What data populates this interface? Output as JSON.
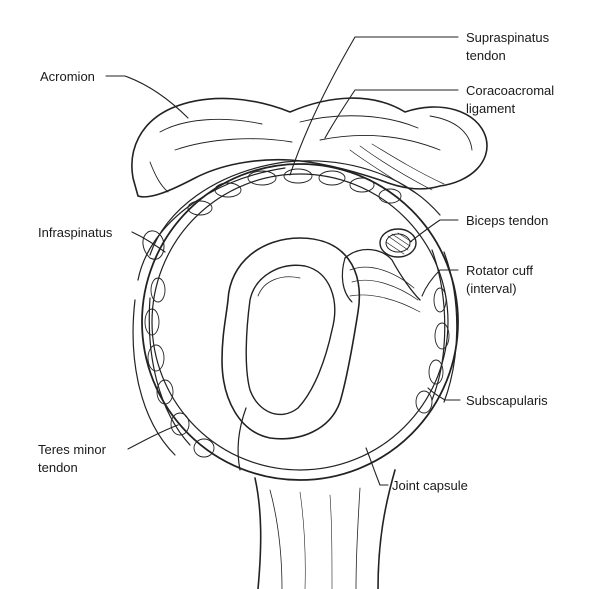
{
  "labels": {
    "acromion": "Acromion",
    "supraspinatus_line1": "Supraspinatus",
    "supraspinatus_line2": "tendon",
    "coracoacromial_line1": "Coracoacromal",
    "coracoacromial_line2": "ligament",
    "infraspinatus": "Infraspinatus",
    "biceps_tendon": "Biceps tendon",
    "rotator_cuff_line1": "Rotator cuff",
    "rotator_cuff_line2": "(interval)",
    "subscapularis": "Subscapularis",
    "teres_minor_line1": "Teres minor",
    "teres_minor_line2": "tendon",
    "joint_capsule": "Joint capsule"
  },
  "colors": {
    "ink": "#222222",
    "background": "#ffffff"
  }
}
